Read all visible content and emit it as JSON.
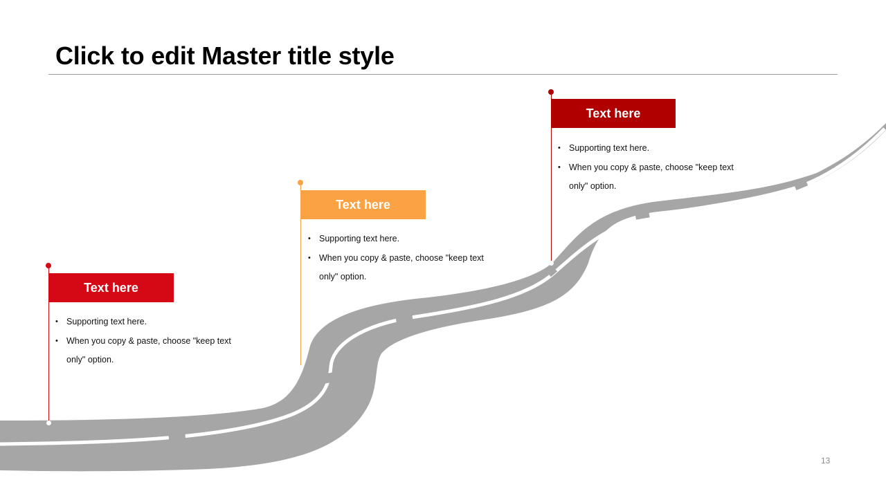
{
  "slide": {
    "title": "Click to edit Master title style",
    "page_number": "13"
  },
  "colors": {
    "road": "#a6a6a6",
    "milestone_1": "#d40915",
    "milestone_2": "#fba244",
    "milestone_3": "#b00000"
  },
  "milestones": [
    {
      "label": "Text here",
      "bullets": [
        "Supporting text here.",
        "When you copy & paste, choose \"keep text only\" option."
      ]
    },
    {
      "label": "Text here",
      "bullets": [
        "Supporting text here.",
        "When you copy & paste, choose \"keep text only\" option."
      ]
    },
    {
      "label": "Text here",
      "bullets": [
        "Supporting text here.",
        "When you copy & paste, choose \"keep text only\" option."
      ]
    }
  ]
}
